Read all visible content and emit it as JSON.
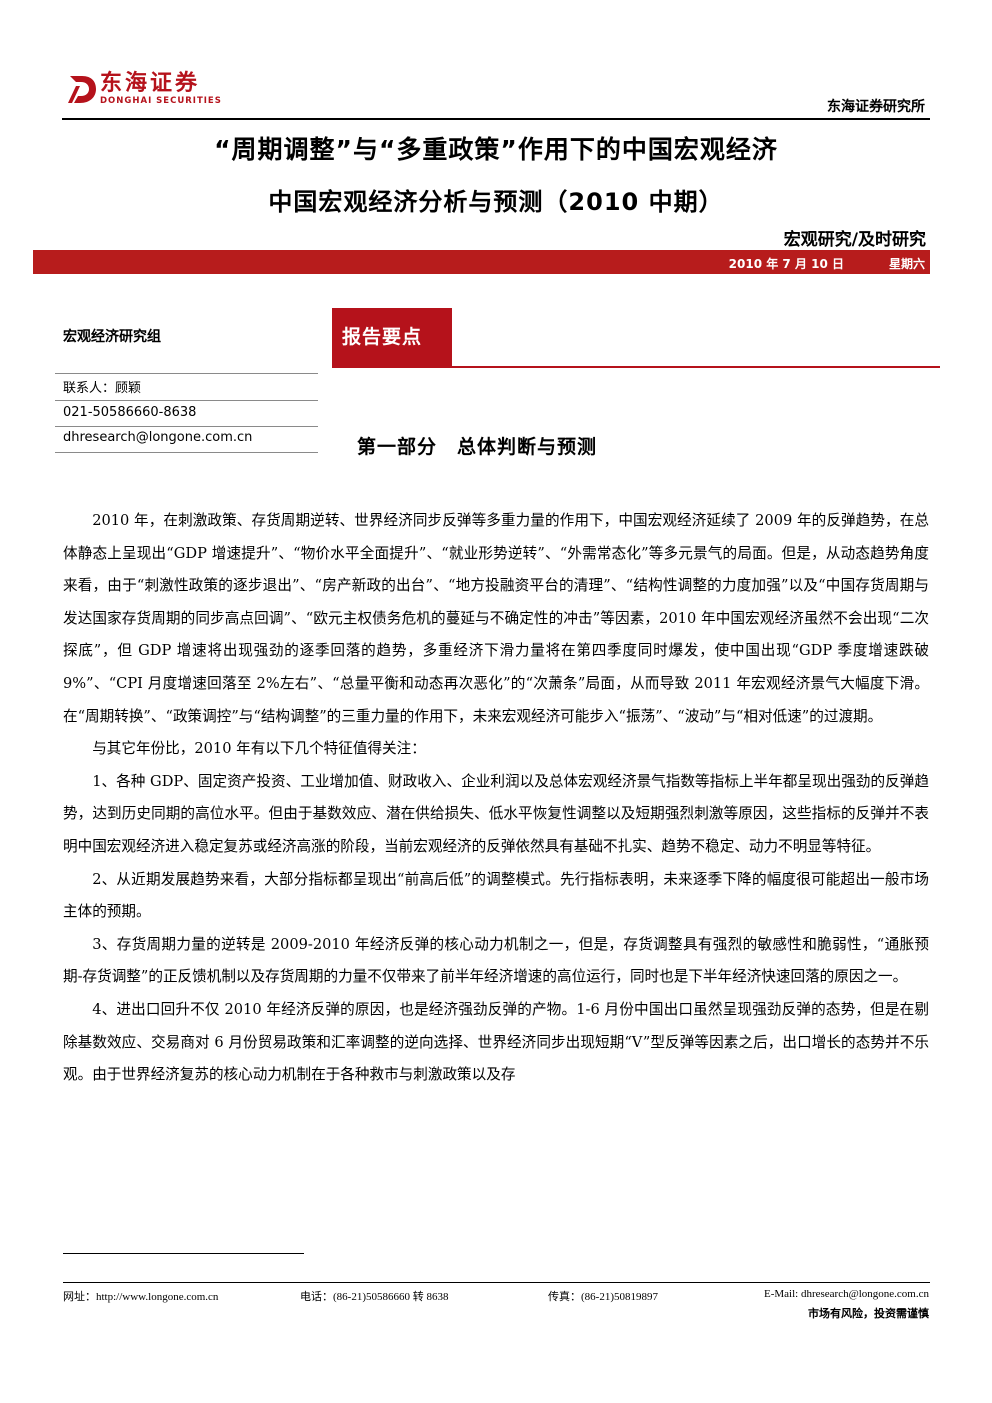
{
  "header": {
    "logo_cn": "东海证券",
    "logo_en": "DONGHAI SECURITIES",
    "institute": "东海证券研究所",
    "title": "“周期调整”与“多重政策”作用下的中国宏观经济",
    "subtitle": "中国宏观经济分析与预测（2010 中期）",
    "category": "宏观研究/及时研究",
    "date": "2010 年 7 月 10 日",
    "weekday": "星期六",
    "brand_color": "#b5121b"
  },
  "sidebar": {
    "group": "宏观经济研究组",
    "contact": "联系人：顾颖",
    "phone": "021-50586660-8638",
    "email": "dhresearch@longone.com.cn"
  },
  "report": {
    "key_points_label": "报告要点",
    "section_title": "第一部分　总体判断与预测"
  },
  "body": {
    "paragraphs": [
      "2010 年，在刺激政策、存货周期逆转、世界经济同步反弹等多重力量的作用下，中国宏观经济延续了 2009 年的反弹趋势，在总体静态上呈现出“GDP 增速提升”、“物价水平全面提升”、“就业形势逆转”、“外需常态化”等多元景气的局面。但是，从动态趋势角度来看，由于“刺激性政策的逐步退出”、“房产新政的出台”、“地方投融资平台的清理”、“结构性调整的力度加强”以及“中国存货周期与发达国家存货周期的同步高点回调”、“欧元主权债务危机的蔓延与不确定性的冲击”等因素，2010 年中国宏观经济虽然不会出现“二次探底”，但 GDP 增速将出现强劲的逐季回落的趋势，多重经济下滑力量将在第四季度同时爆发，使中国出现“GDP 季度增速跌破 9%”、“CPI 月度增速回落至 2%左右”、“总量平衡和动态再次恶化”的“次萧条”局面，从而导致 2011 年宏观经济景气大幅度下滑。在“周期转换”、“政策调控”与“结构调整”的三重力量的作用下，未来宏观经济可能步入“振荡”、“波动”与“相对低速”的过渡期。",
      "与其它年份比，2010 年有以下几个特征值得关注：",
      "1、各种 GDP、固定资产投资、工业增加值、财政收入、企业利润以及总体宏观经济景气指数等指标上半年都呈现出强劲的反弹趋势，达到历史同期的高位水平。但由于基数效应、潜在供给损失、低水平恢复性调整以及短期强烈刺激等原因，这些指标的反弹并不表明中国宏观经济进入稳定复苏或经济高涨的阶段，当前宏观经济的反弹依然具有基础不扎实、趋势不稳定、动力不明显等特征。",
      "2、从近期发展趋势来看，大部分指标都呈现出“前高后低”的调整模式。先行指标表明，未来逐季下降的幅度很可能超出一般市场主体的预期。",
      "3、存货周期力量的逆转是 2009-2010 年经济反弹的核心动力机制之一，但是，存货调整具有强烈的敏感性和脆弱性，“通胀预期-存货调整”的正反馈机制以及存货周期的力量不仅带来了前半年经济增速的高位运行，同时也是下半年经济快速回落的原因之一。",
      "4、进出口回升不仅 2010 年经济反弹的原因，也是经济强劲反弹的产物。1-6 月份中国出口虽然呈现强劲反弹的态势，但是在剔除基数效应、交易商对 6 月份贸易政策和汇率调整的逆向选择、世界经济同步出现短期“V”型反弹等因素之后，出口增长的态势并不乐观。由于世界经济复苏的核心动力机制在于各种救市与刺激政策以及存"
    ]
  },
  "footer": {
    "website": "网址：http://www.longone.com.cn",
    "tel": "电话：(86-21)50586660 转 8638",
    "fax": "传真：(86-21)50819897",
    "email": "E-Mail: dhresearch@longone.com.cn",
    "warning": "市场有风险，投资需谨慎"
  }
}
